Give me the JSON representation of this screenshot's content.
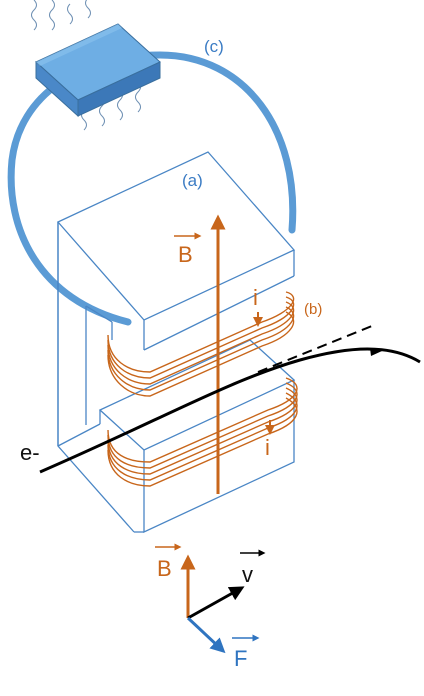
{
  "labels": {
    "cathode": "(c)",
    "magnet": "(a)",
    "coils": "(b)",
    "field": "B",
    "current_top": "i",
    "current_bottom": "i",
    "electron": "e-",
    "axis_field": "B",
    "velocity": "v",
    "force": "F"
  },
  "colors": {
    "magnet_outline": "#4a86c5",
    "coil": "#c8661b",
    "heater_block": "#5b9bd5",
    "electron_path": "#000000",
    "force_vector": "#2f74c0"
  }
}
